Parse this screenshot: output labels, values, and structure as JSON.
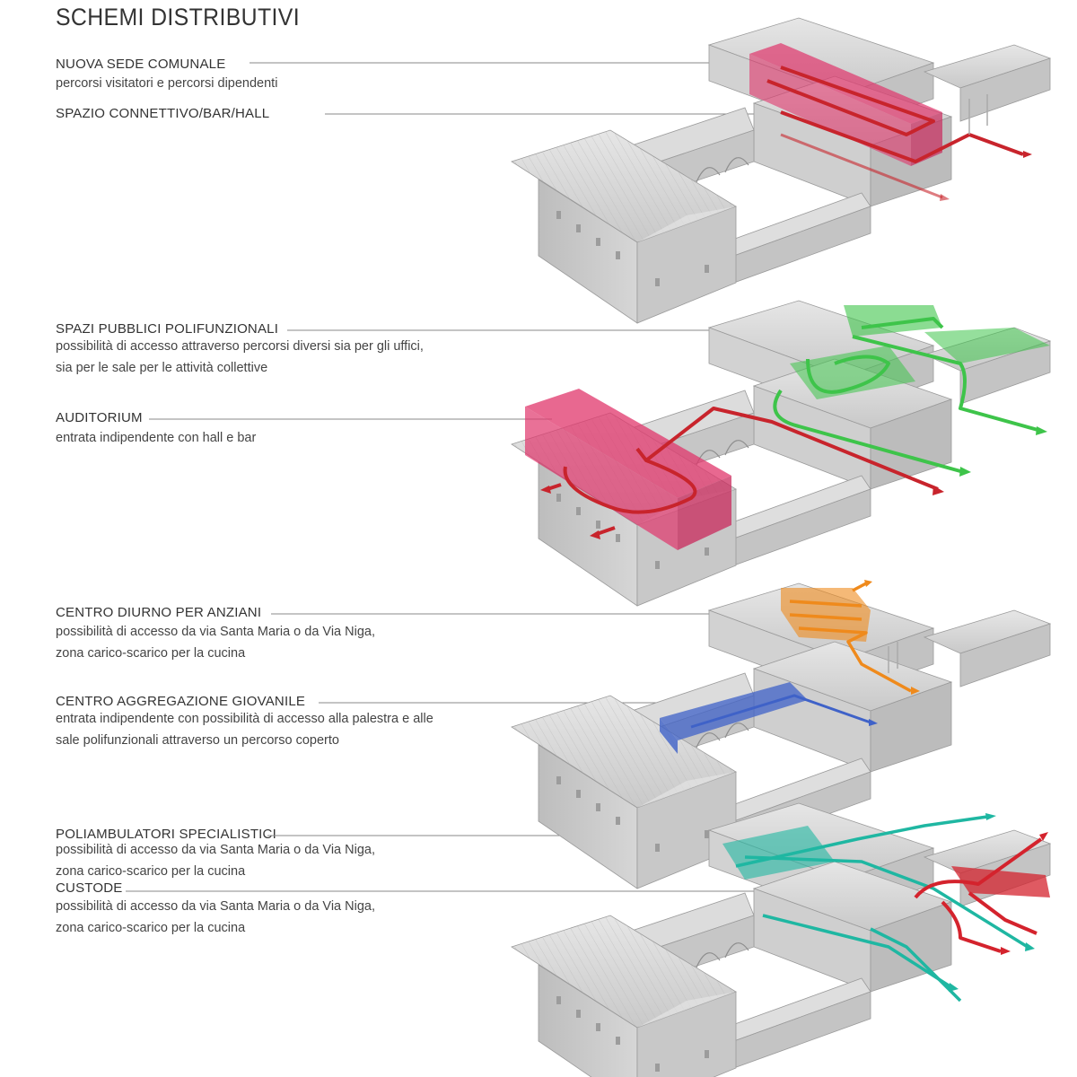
{
  "title": "SCHEMI DISTRIBUTIVI",
  "colors": {
    "comunale": "#e0356b",
    "auditorium": "#e0356b",
    "polifunzionali": "#3ec44a",
    "anziani": "#ef8a1c",
    "giovanile": "#3f62c8",
    "poliambulatori": "#1fb7a2",
    "custode": "#d4232d",
    "route_red": "#c8242c",
    "building": "#d8d8d8"
  },
  "sections": [
    {
      "labels": [
        {
          "title": "NUOVA SEDE COMUNALE",
          "desc": [
            "percorsi visitatori e percorsi dipendenti"
          ]
        },
        {
          "title": "SPAZIO CONNETTIVO/BAR/HALL",
          "desc": []
        }
      ]
    },
    {
      "labels": [
        {
          "title": "SPAZI PUBBLICI POLIFUNZIONALI",
          "desc": [
            "possibilità di accesso attraverso percorsi diversi sia per gli uffici,",
            "sia per le sale per le attività collettive"
          ]
        },
        {
          "title": "AUDITORIUM",
          "desc": [
            "entrata indipendente con hall e bar"
          ]
        }
      ]
    },
    {
      "labels": [
        {
          "title": "CENTRO DIURNO PER ANZIANI",
          "desc": [
            "possibilità di accesso da via Santa Maria o da Via Niga,",
            "zona carico-scarico per la cucina"
          ]
        },
        {
          "title": "CENTRO AGGREGAZIONE GIOVANILE",
          "desc": [
            "entrata indipendente con possibilità di accesso alla palestra e alle",
            "sale polifunzionali attraverso un percorso coperto"
          ]
        }
      ]
    },
    {
      "labels": [
        {
          "title": "POLIAMBULATORI SPECIALISTICI",
          "desc": [
            "possibilità di accesso da via Santa Maria o da Via Niga,",
            "zona carico-scarico per la cucina"
          ]
        },
        {
          "title": "CUSTODE",
          "desc": [
            "possibilità di accesso da via Santa Maria o da Via Niga,",
            "zona carico-scarico per la cucina"
          ]
        }
      ]
    }
  ]
}
